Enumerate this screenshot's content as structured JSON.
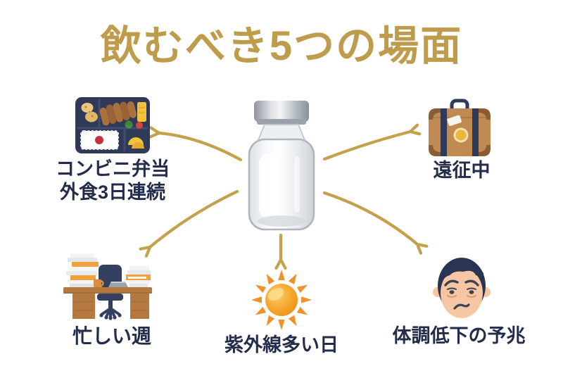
{
  "title": "飲むべき5つの場面",
  "palette": {
    "title_gold": "#BE9C4C",
    "arrow_gold": "#C5A14C",
    "text_navy": "#232D4B",
    "background": "#FFFFFF"
  },
  "center": {
    "icon": "supplement-bottle-icon"
  },
  "scenes": [
    {
      "id": "convenience-bento",
      "icon": "bento-box-icon",
      "label_lines": [
        "コンビニ弁当",
        "外食3日連続"
      ]
    },
    {
      "id": "away-trip",
      "icon": "suitcase-icon",
      "label": "遠征中"
    },
    {
      "id": "busy-week",
      "icon": "office-desk-icon",
      "label": "忙しい週"
    },
    {
      "id": "high-uv-day",
      "icon": "sun-icon",
      "label": "紫外線多い日"
    },
    {
      "id": "condition-decline",
      "icon": "tired-face-icon",
      "label": "体調低下の予兆"
    }
  ]
}
